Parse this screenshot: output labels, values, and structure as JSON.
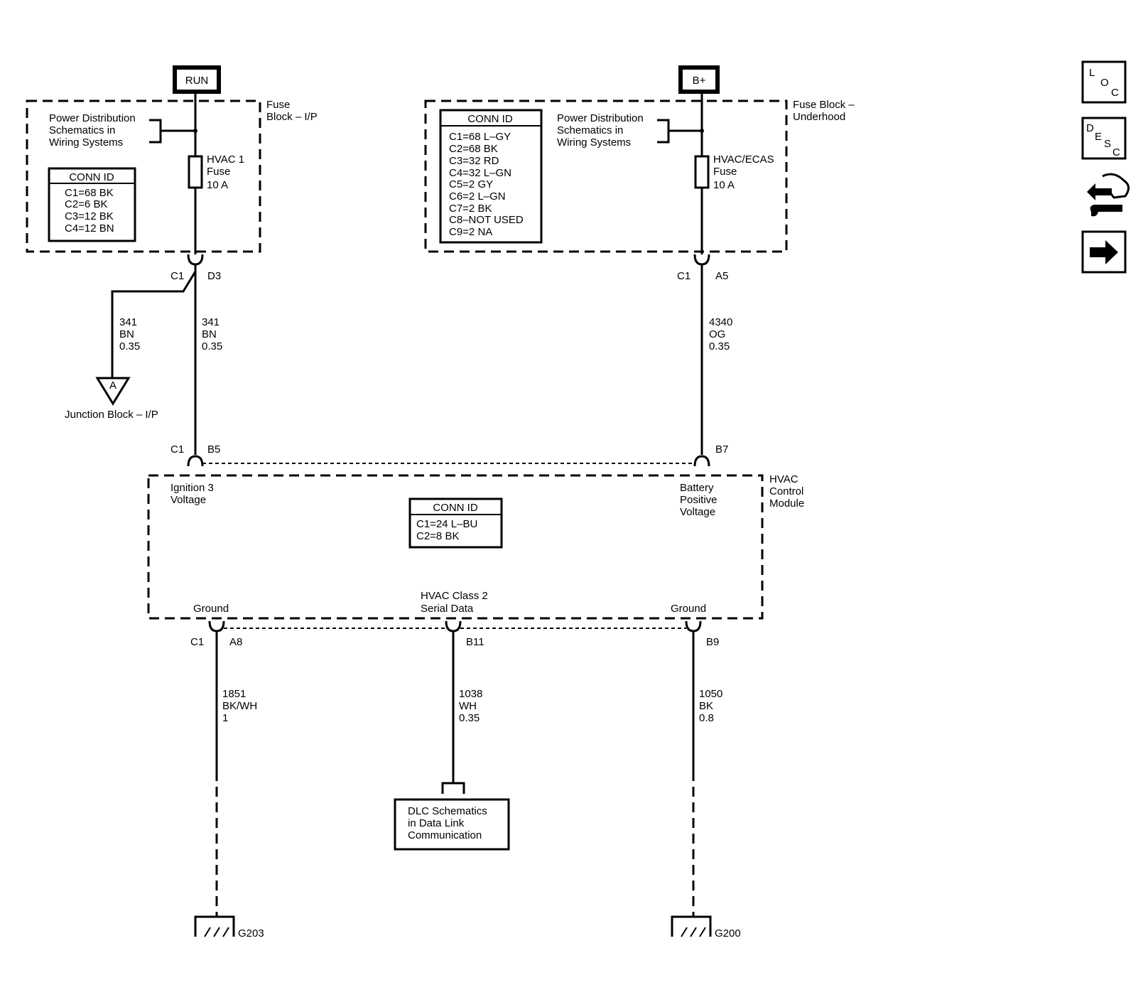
{
  "power_sources": {
    "run": "RUN",
    "bplus": "B+"
  },
  "fuse_block_ip": {
    "title": [
      "Fuse",
      "Block – I/P"
    ],
    "power_dist": [
      "Power Distribution",
      "Schematics in",
      "Wiring Systems"
    ],
    "fuse": [
      "HVAC 1",
      "Fuse",
      "10 A"
    ],
    "conn_id_title": "CONN ID",
    "conn_ids": [
      "C1=68 BK",
      "C2=6 BK",
      "C3=12 BK",
      "C4=12 BN"
    ]
  },
  "fuse_block_underhood": {
    "title": [
      "Fuse Block –",
      "Underhood"
    ],
    "power_dist": [
      "Power Distribution",
      "Schematics in",
      "Wiring Systems"
    ],
    "fuse": [
      "HVAC/ECAS",
      "Fuse",
      "10 A"
    ],
    "conn_id_title": "CONN ID",
    "conn_ids": [
      "C1=68 L–GY",
      "C2=68 BK",
      "C3=32 RD",
      "C4=32 L–GN",
      "C5=2 GY",
      "C6=2 L–GN",
      "C7=2 BK",
      "C8–NOT USED",
      "C9=2 NA"
    ]
  },
  "pins": {
    "ip_c1": "C1",
    "ip_d3": "D3",
    "uh_c1": "C1",
    "uh_a5": "A5",
    "hvac_c1_top": "C1",
    "hvac_b5": "B5",
    "hvac_b7": "B7",
    "hvac_c1_bot": "C1",
    "hvac_a8": "A8",
    "hvac_b11": "B11",
    "hvac_b9": "B9"
  },
  "wires": {
    "w341_left": [
      "341",
      "BN",
      "0.35"
    ],
    "w341_right": [
      "341",
      "BN",
      "0.35"
    ],
    "w4340": [
      "4340",
      "OG",
      "0.35"
    ],
    "w1851": [
      "1851",
      "BK/WH",
      "1"
    ],
    "w1038": [
      "1038",
      "WH",
      "0.35"
    ],
    "w1050": [
      "1050",
      "BK",
      "0.8"
    ]
  },
  "junction": {
    "letter": "A",
    "label": "Junction Block – I/P"
  },
  "hvac_module": {
    "title": [
      "HVAC",
      "Control",
      "Module"
    ],
    "ignition": [
      "Ignition 3",
      "Voltage"
    ],
    "battery": [
      "Battery",
      "Positive",
      "Voltage"
    ],
    "conn_id_title": "CONN ID",
    "conn_ids": [
      "C1=24 L–BU",
      "C2=8 BK"
    ],
    "ground_left": "Ground",
    "serial": [
      "HVAC Class 2",
      "Serial Data"
    ],
    "ground_right": "Ground"
  },
  "dlc": [
    "DLC Schematics",
    "in Data Link",
    "Communication"
  ],
  "grounds": {
    "left": "G203",
    "right": "G200"
  },
  "side_icons": {
    "loc": [
      "L",
      "O",
      "C"
    ],
    "desc": [
      "D",
      "E",
      "S",
      "C"
    ],
    "icons": [
      "loc-icon",
      "desc-icon",
      "repair-procedures-icon",
      "next-arrow-icon"
    ]
  }
}
